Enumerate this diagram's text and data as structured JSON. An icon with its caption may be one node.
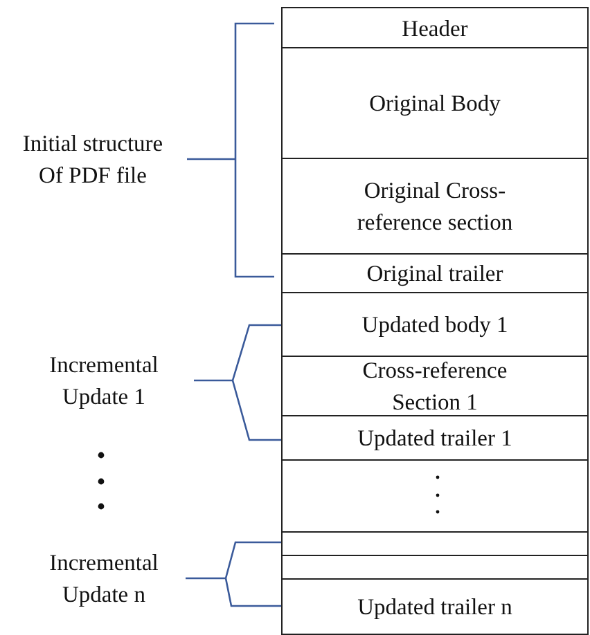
{
  "diagram": {
    "nodes": [
      {
        "text": [
          "Header"
        ]
      },
      {
        "text": [
          "Original Body"
        ]
      },
      {
        "text": [
          "Original Cross-reference section"
        ]
      },
      {
        "text": [
          "Original trailer"
        ]
      },
      {
        "text": [
          "Updated body 1"
        ]
      },
      {
        "text": [
          "Cross-reference Section 1"
        ]
      },
      {
        "text": [
          "Updated trailer 1"
        ]
      },
      {
        "text": [],
        "shape": "box"
      },
      {
        "text": [],
        "shape": "box"
      },
      {
        "text": [],
        "shape": "box"
      },
      {
        "text": [
          "Updated trailer n"
        ]
      }
    ],
    "edges": [],
    "labels": [
      "Initial structure Of PDF file",
      "Incremental Update 1",
      "Incremental Update n"
    ]
  }
}
